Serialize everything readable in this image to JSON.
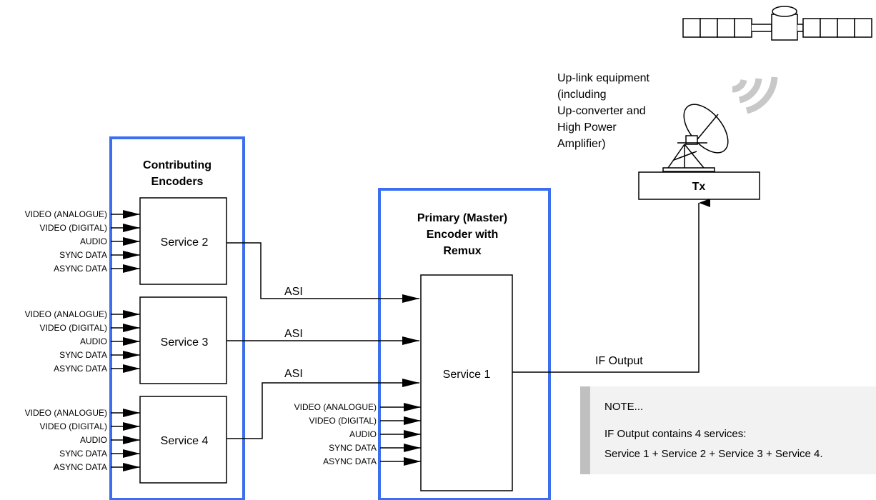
{
  "left_group": {
    "title_line1": "Contributing",
    "title_line2": "Encoders"
  },
  "services": [
    {
      "label": "Service 2",
      "link": "ASI"
    },
    {
      "label": "Service 3",
      "link": "ASI"
    },
    {
      "label": "Service 4",
      "link": "ASI"
    }
  ],
  "inputs": [
    "VIDEO (ANALOGUE)",
    "VIDEO (DIGITAL)",
    "AUDIO",
    "SYNC DATA",
    "ASYNC DATA"
  ],
  "primary": {
    "title_line1": "Primary (Master)",
    "title_line2": "Encoder with",
    "title_line3": "Remux",
    "service_label": "Service 1"
  },
  "output_label": "IF Output",
  "tx_label": "Tx",
  "uplink": {
    "line1": "Up-link equipment",
    "line2": "(including",
    "line3": "Up-converter and",
    "line4": "High Power",
    "line5": "Amplifier)"
  },
  "note": {
    "title": "NOTE...",
    "line1": "IF Output contains 4 services:",
    "line2": "Service 1 + Service 2 + Service 3 + Service 4."
  },
  "colors": {
    "group_border": "#3b6ff0",
    "note_bg": "#f2f2f2",
    "note_bar": "#c0c0c0",
    "signal_waves": "#c8c8c8"
  }
}
